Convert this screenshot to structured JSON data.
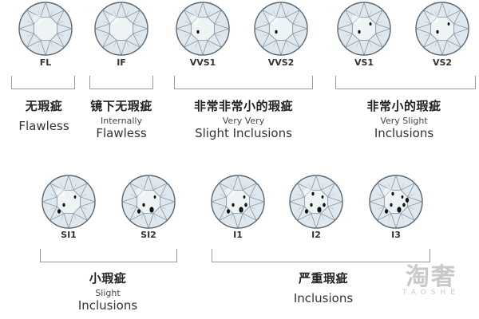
{
  "gems": [
    {
      "code": "FL",
      "inclusions": 0
    },
    {
      "code": "IF",
      "inclusions": 0
    },
    {
      "code": "VVS1",
      "inclusions": 1
    },
    {
      "code": "VVS2",
      "inclusions": 1
    },
    {
      "code": "VS1",
      "inclusions": 2
    },
    {
      "code": "VS2",
      "inclusions": 2
    },
    {
      "code": "SI1",
      "inclusions": 3
    },
    {
      "code": "SI2",
      "inclusions": 4
    },
    {
      "code": "I1",
      "inclusions": 5
    },
    {
      "code": "I2",
      "inclusions": 6
    },
    {
      "code": "I3",
      "inclusions": 7
    }
  ],
  "groups": [
    {
      "zh": "无瑕疵",
      "en_small": "",
      "en_big": "Flawless"
    },
    {
      "zh": "镜下无瑕疵",
      "en_small": "Internally",
      "en_big": "Flawless"
    },
    {
      "zh": "非常非常小的瑕疵",
      "en_small": "Very Very",
      "en_big": "Slight Inclusions"
    },
    {
      "zh": "非常小的瑕疵",
      "en_small": "Very Slight",
      "en_big": "Inclusions"
    },
    {
      "zh": "小瑕疵",
      "en_small": "Slight",
      "en_big": "Inclusions"
    },
    {
      "zh": "严重瑕疵",
      "en_small": "",
      "en_big": "Inclusions"
    }
  ],
  "watermark": {
    "main": "淘奢",
    "sub": "TAOSHE"
  },
  "colors": {
    "gem_fill": "#dfe8ee",
    "gem_edge": "#5a6670",
    "facet": "#7f8c96",
    "inclusion": "#111111"
  }
}
